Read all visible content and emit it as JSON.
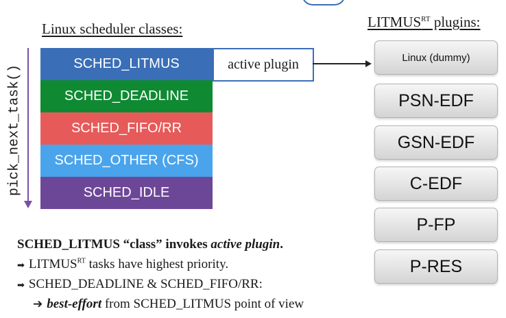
{
  "headings": {
    "linux_classes": "Linux scheduler classes:",
    "litmus_plugins_prefix": "LITMUS",
    "litmus_plugins_sup": "RT",
    "litmus_plugins_suffix": " plugins:"
  },
  "pick_label": "pick_next_task()",
  "sched_classes": [
    {
      "label": "SCHED_LITMUS",
      "color": "#3a6fb7"
    },
    {
      "label": "SCHED_DEADLINE",
      "color": "#0f8a33"
    },
    {
      "label": "SCHED_FIFO/RR",
      "color": "#e65a59"
    },
    {
      "label": "SCHED_OTHER (CFS)",
      "color": "#4aa4ec"
    },
    {
      "label": "SCHED_IDLE",
      "color": "#6d4797"
    }
  ],
  "active_plugin": "active plugin",
  "plugins": [
    "Linux (dummy)",
    "PSN-EDF",
    "GSN-EDF",
    "C-EDF",
    "P-FP",
    "P-RES"
  ],
  "notes": {
    "title_bold": "SCHED_LITMUS “class” invokes ",
    "title_italic": "active plugin",
    "title_end": ".",
    "b1_prefix": "LITMUS",
    "b1_sup": "RT",
    "b1_suffix": " tasks have highest priority.",
    "b2": "SCHED_DEADLINE & SCHED_FIFO/RR:",
    "b3_italic": "best-effort",
    "b3_rest": " from SCHED_LITMUS point of view"
  },
  "icons": {
    "bullet": "arrow-bullet-icon",
    "sub": "right-arrow-icon"
  }
}
